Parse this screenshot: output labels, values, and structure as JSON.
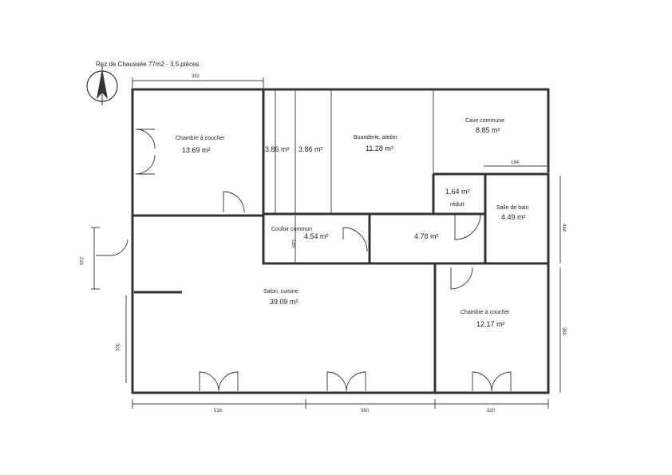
{
  "title": "Rez de Chaussée 77m2 - 3.5 pièces",
  "rooms": {
    "chambre1": {
      "name": "Chambre à coucher",
      "area": "13.69 m²"
    },
    "corridor_left": {
      "area": "3.86 m²"
    },
    "corridor_mid": {
      "area": "3.86 m²"
    },
    "buanderie": {
      "name": "Buanderie, atelier",
      "area": "11.28 m²"
    },
    "cave": {
      "name": "Cave commune",
      "area": "8.85 m²"
    },
    "reduit": {
      "name": "réduit",
      "area": "1.64 m²"
    },
    "sdb": {
      "name": "Salle de bain",
      "area": "4.49 m²"
    },
    "couloir_commun": {
      "name": "Couloir commun",
      "area": "4.54 m²"
    },
    "hall": {
      "area": "4.78 m²"
    },
    "salon": {
      "name": "Salon, cuisine",
      "area": "39.09 m²"
    },
    "chambre2": {
      "name": "Chambre à coucher",
      "area": "12.17 m²"
    }
  },
  "dimensions": {
    "top": "382",
    "reduit_width": "184",
    "right_upper": "444",
    "right_lower": "380",
    "left_upper": "216",
    "left_lower": "302",
    "couloir_small": "185",
    "bottom_left": "516",
    "bottom_mid": "380",
    "bottom_right": "320"
  },
  "icons": {
    "north": "north-arrow-icon"
  }
}
